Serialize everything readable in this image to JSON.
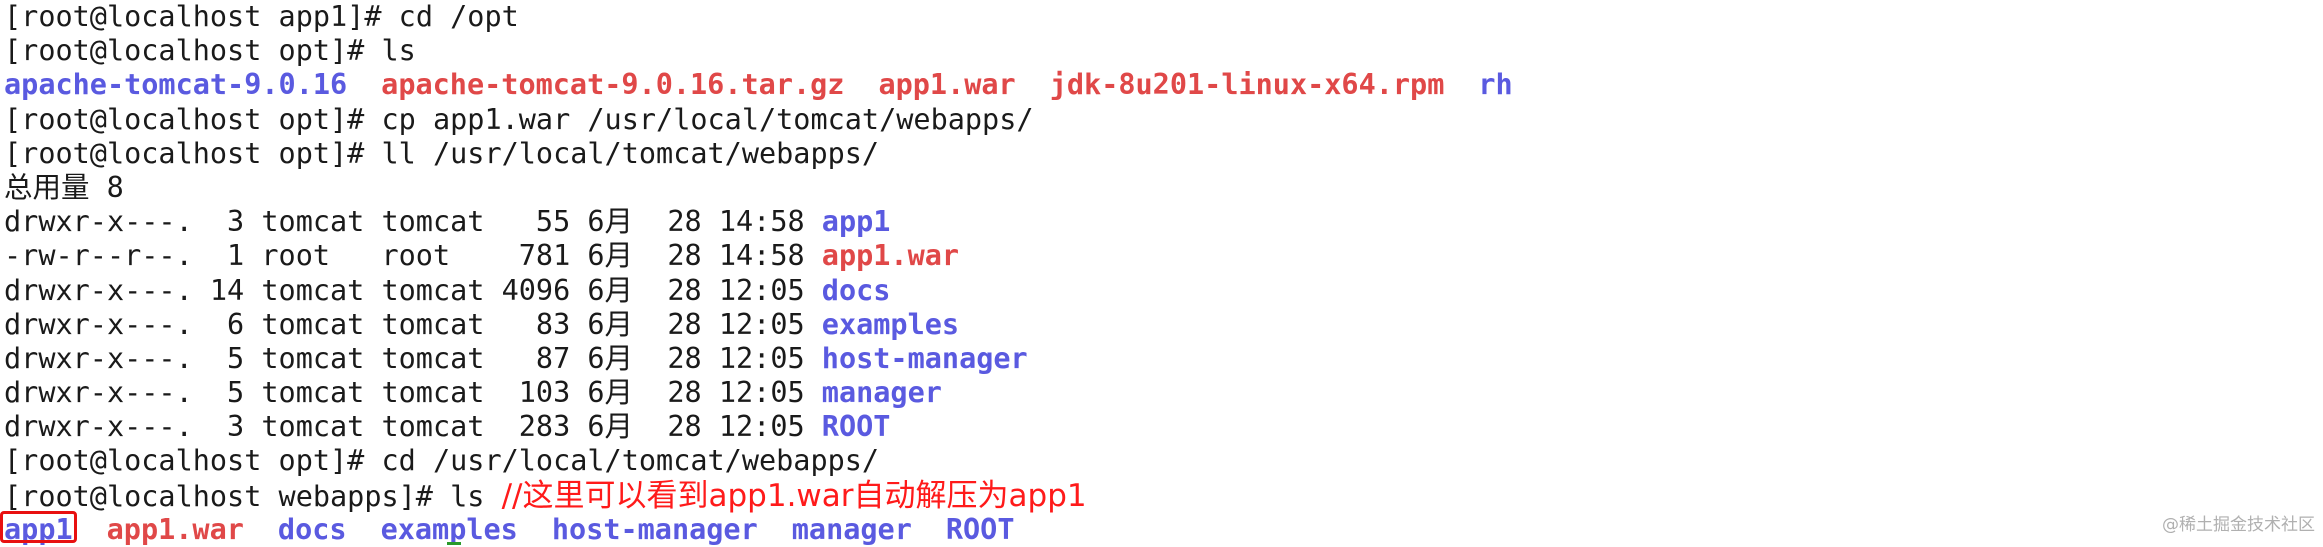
{
  "terminal": {
    "lines": {
      "l1": {
        "prompt": "[root@localhost app1]# ",
        "cmd": "cd /opt"
      },
      "l2": {
        "prompt": "[root@localhost opt]# ",
        "cmd": "ls"
      },
      "l3": {
        "items": [
          "apache-tomcat-9.0.16",
          "apache-tomcat-9.0.16.tar.gz",
          "app1.war",
          "jdk-8u201-linux-x64.rpm",
          "rh"
        ]
      },
      "l4": {
        "prompt": "[root@localhost opt]# ",
        "cmd": "cp app1.war /usr/local/tomcat/webapps/"
      },
      "l5": {
        "prompt": "[root@localhost opt]# ",
        "cmd": "ll /usr/local/tomcat/webapps/"
      },
      "l6": {
        "text": "总用量 8"
      },
      "listing": [
        {
          "meta": "drwxr-x---.  3 tomcat tomcat   55 6月  28 14:58 ",
          "name": "app1"
        },
        {
          "meta": "-rw-r--r--.  1 root   root    781 6月  28 14:58 ",
          "name": "app1.war"
        },
        {
          "meta": "drwxr-x---. 14 tomcat tomcat 4096 6月  28 12:05 ",
          "name": "docs"
        },
        {
          "meta": "drwxr-x---.  6 tomcat tomcat   83 6月  28 12:05 ",
          "name": "examples"
        },
        {
          "meta": "drwxr-x---.  5 tomcat tomcat   87 6月  28 12:05 ",
          "name": "host-manager"
        },
        {
          "meta": "drwxr-x---.  5 tomcat tomcat  103 6月  28 12:05 ",
          "name": "manager"
        },
        {
          "meta": "drwxr-x---.  3 tomcat tomcat  283 6月  28 12:05 ",
          "name": "ROOT"
        }
      ],
      "l14": {
        "prompt": "[root@localhost opt]# ",
        "cmd": "cd /usr/local/tomcat/webapps/"
      },
      "l15": {
        "prompt": "[root@localhost webapps]# ",
        "cmd": "ls ",
        "annotation": "//这里可以看到app1.war自动解压为app1"
      },
      "l16": {
        "items": [
          "app1",
          "app1.war",
          "docs",
          "examples",
          "host-manager",
          "manager",
          "ROOT"
        ]
      }
    }
  },
  "watermark": "@稀土掘金技术社区",
  "colors": {
    "directory": "#5a5ae0",
    "archive": "#e04848",
    "annotation": "#ff1a1a",
    "highlight_box": "#e81010",
    "text": "#1a1a1a"
  }
}
